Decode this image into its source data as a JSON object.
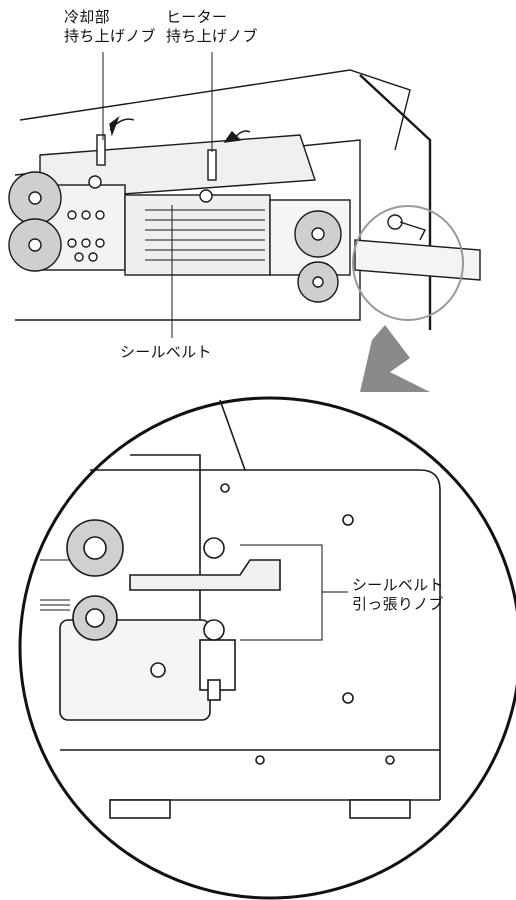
{
  "labels": {
    "cooling_knob_line1": "冷却部",
    "cooling_knob_line2": "持ち上げノブ",
    "heater_knob_line1": "ヒーター",
    "heater_knob_line2": "持ち上げノブ",
    "seal_belt": "シールベルト",
    "tension_knob_line1": "シールベルト",
    "tension_knob_line2": "引っ張りノブ"
  }
}
